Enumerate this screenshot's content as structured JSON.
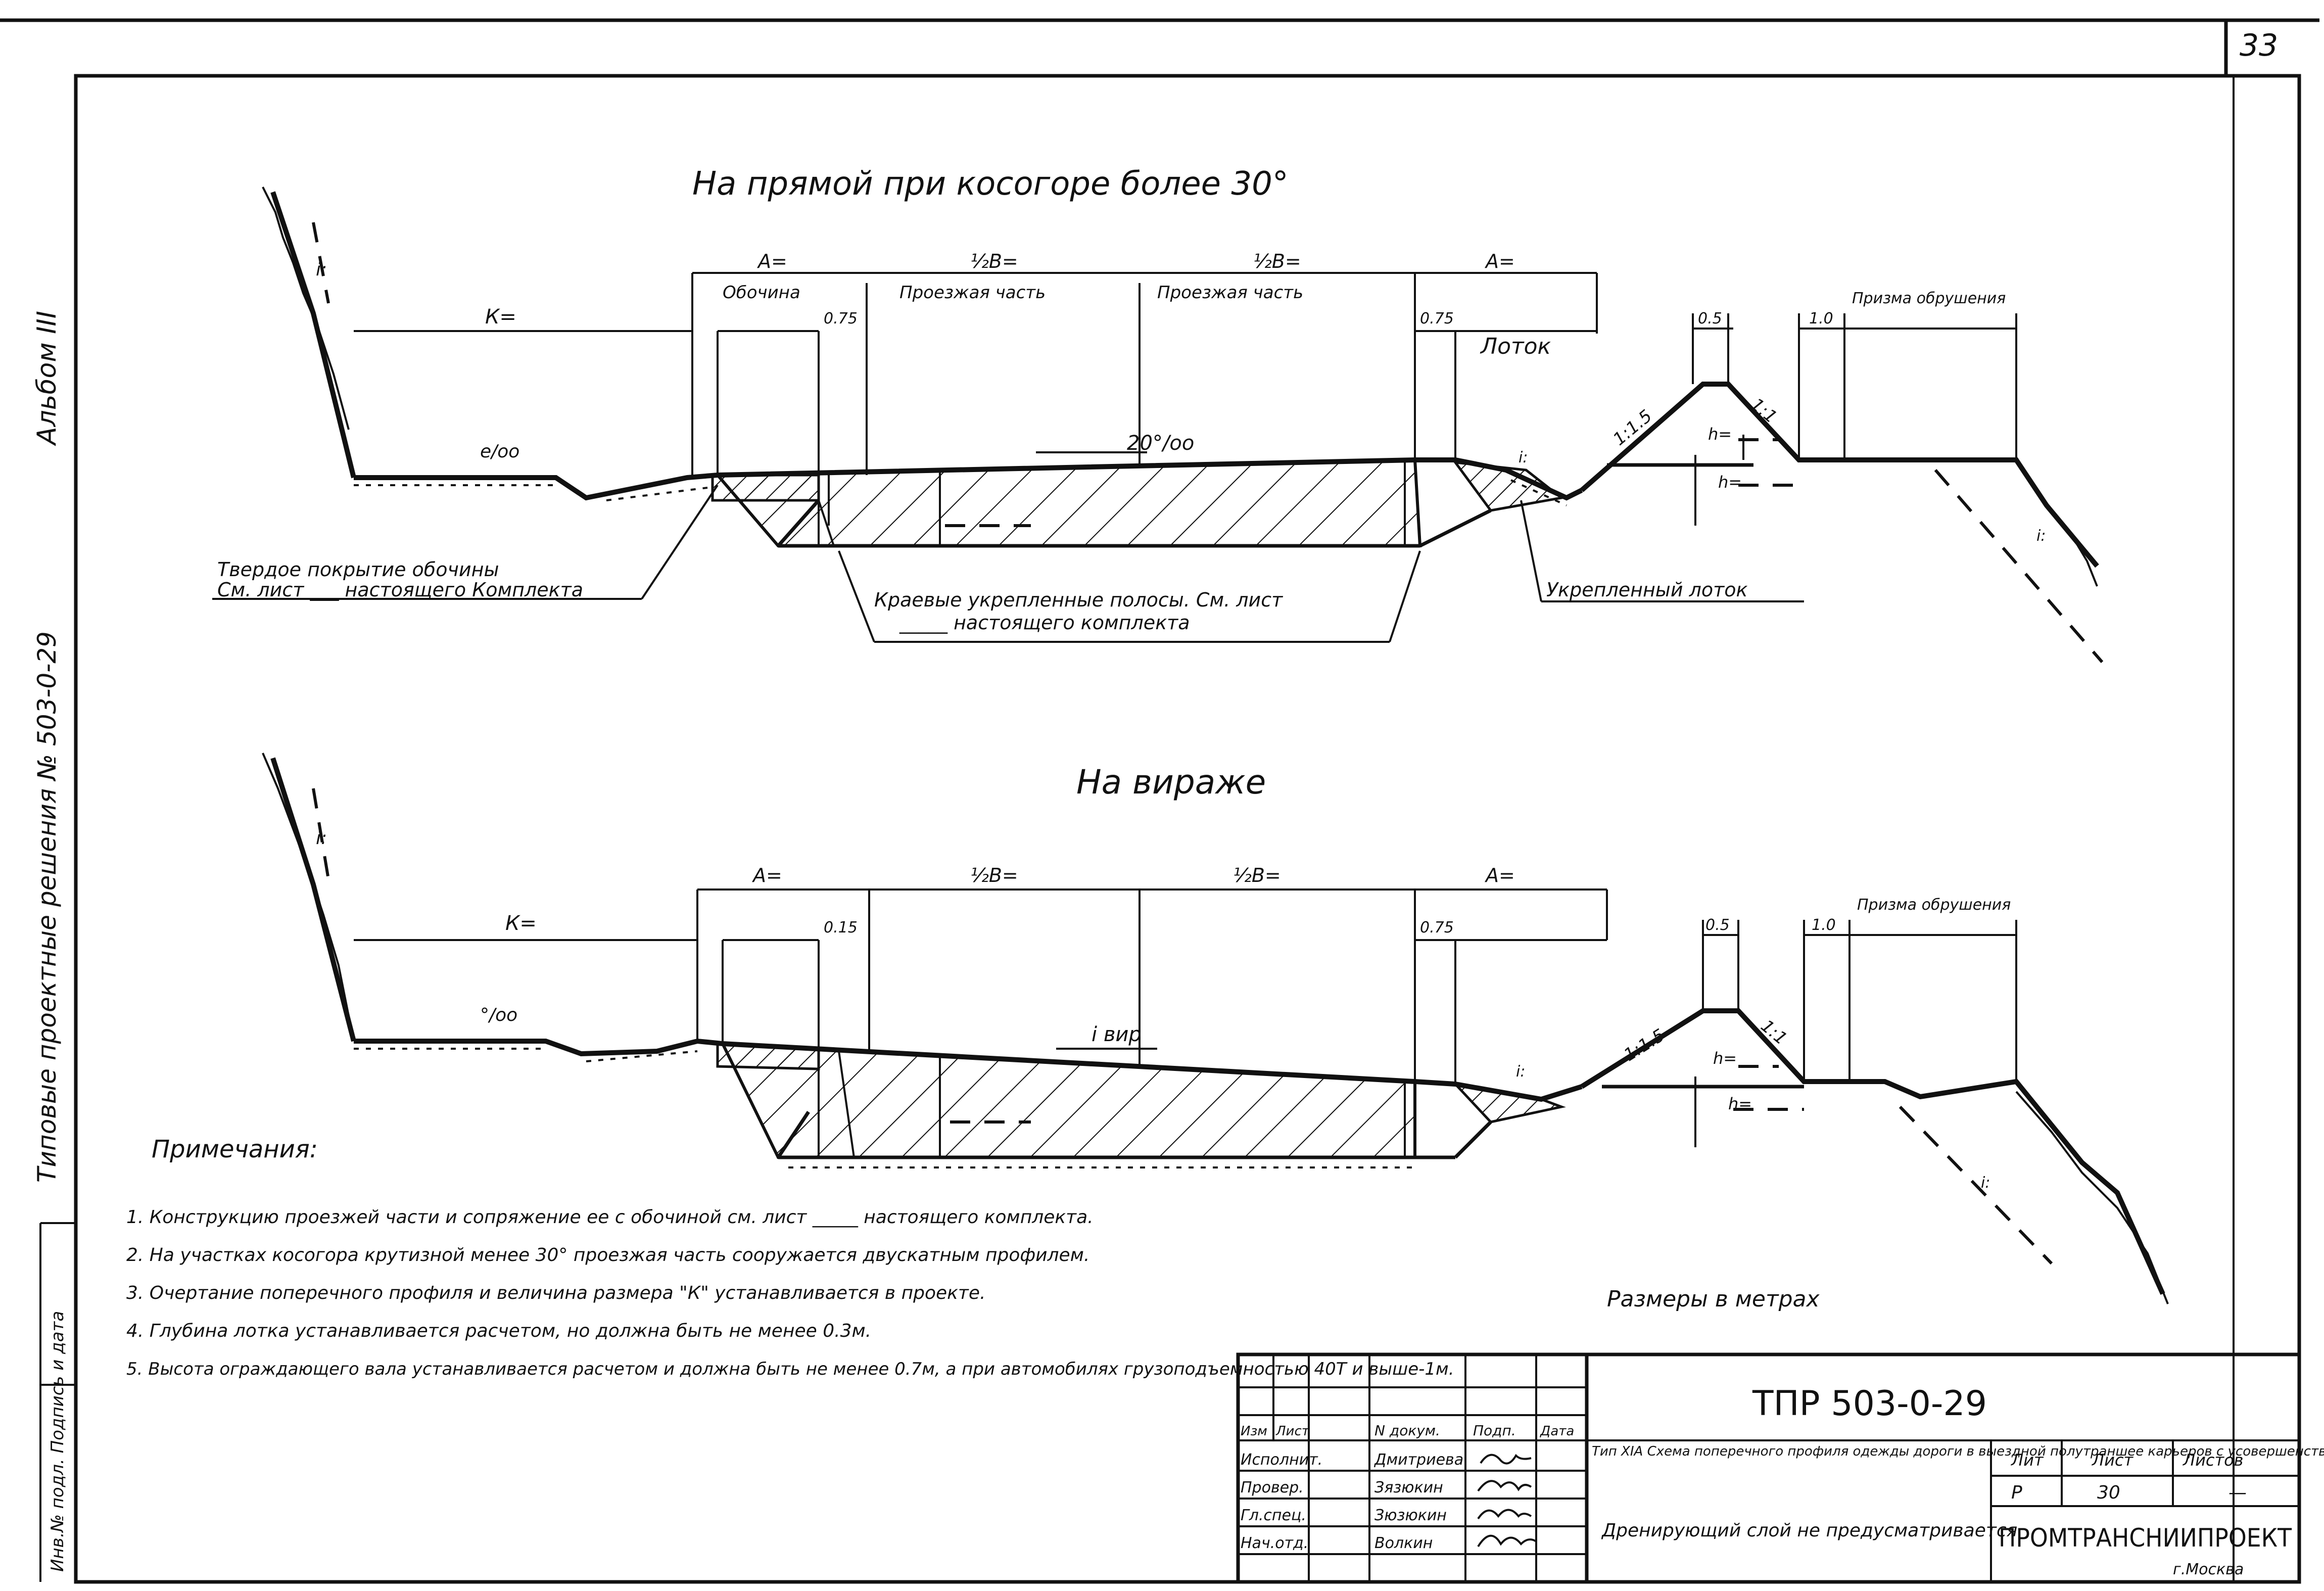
{
  "sheet": {
    "page_number": "33",
    "side_album": "Альбом III",
    "side_series": "Типовые проектные решения № 503-0-29",
    "side_stamp": "Инв.№ подл. Подпись и дата"
  },
  "section1": {
    "title": "На прямой при косогоре более 30°",
    "labels": {
      "k": "К=",
      "a_left": "А=",
      "half_b_left": "½В=",
      "half_b_right": "½В=",
      "a_right": "А=",
      "shoulder": "Обочина",
      "carriageway_left": "Проезжая часть",
      "carriageway_right": "Проезжая часть",
      "dim_075_left": "0.75",
      "dim_075_right": "0.75",
      "tray": "Лоток",
      "dim_05": "0.5",
      "dim_10": "1.0",
      "berm": "Призма обрушения",
      "slope_left": "1:1.5",
      "slope_right": "1:1",
      "slope_i": "i:",
      "slope_tray": "i:",
      "slope_fill": "i:",
      "grade_left": "e/oo",
      "grade_main": "20°/oo",
      "h_top": "h=",
      "h_bottom": "h="
    },
    "callouts": {
      "shoulder_cover_1": "Твердое покрытие обочины",
      "shoulder_cover_2": "См. лист ___ настоящего Комплекта",
      "edge_strips_1": "Краевые укрепленные полосы. См. лист",
      "edge_strips_2": "_____ настоящего комплекта",
      "reinforced_tray": "Укрепленный лоток"
    }
  },
  "section2": {
    "title": "На вираже",
    "labels": {
      "k": "К=",
      "a_left": "А=",
      "half_b_left": "½В=",
      "half_b_right": "½В=",
      "a_right": "А=",
      "dim_015": "0.15",
      "dim_075": "0.75",
      "dim_05": "0.5",
      "dim_10": "1.0",
      "berm": "Призма обрушения",
      "slope_left": "1:1.5",
      "slope_right": "1:1",
      "slope_i": "i:",
      "slope_tray": "i:",
      "slope_fill": "i:",
      "grade_left": "°/oo",
      "grade_main": "i вир",
      "h_top": "h=",
      "h_bottom": "h="
    }
  },
  "notes": {
    "heading": "Примечания:",
    "items": [
      "1. Конструкцию проезжей части и сопряжение ее с обочиной см. лист _____ настоящего комплекта.",
      "2. На участках косогора крутизной менее 30° проезжая часть сооружается двускатным профилем.",
      "3. Очертание поперечного профиля и величина размера \"К\" устанавливается в проекте.",
      "4. Глубина лотка устанавливается расчетом, но должна быть не менее 0.3м.",
      "5. Высота ограждающего вала устанавливается расчетом и должна быть не менее 0.7м, а при автомобилях грузоподъемностью 40Т и выше-1м."
    ],
    "units": "Размеры в метрах"
  },
  "title_block": {
    "code": "ТПР 503-0-29",
    "roles_header": [
      "Изм",
      "Лист",
      "N докум.",
      "Подп.",
      "Дата"
    ],
    "roles": [
      {
        "role": "Исполнит.",
        "name": "Дмитриева"
      },
      {
        "role": "Провер.",
        "name": "Зязюкин"
      },
      {
        "role": "Гл.спец.",
        "name": "Зюзюкин"
      },
      {
        "role": "Нач.отд.",
        "name": "Волкин"
      }
    ],
    "description": "Тип XIA Схема поперечного профиля одежды дороги в выездной полутраншее карьеров с усовершенствованным типом покрытия",
    "drainage": "Дренирующий слой не предусматривается",
    "stage_header": "Лит",
    "sheet_header": "Лист",
    "sheets_header": "Листов",
    "stage": "Р",
    "sheet": "30",
    "sheets": "—",
    "org": "ПРОМТРАНСНИИПРОЕКТ",
    "city": "г.Москва"
  }
}
